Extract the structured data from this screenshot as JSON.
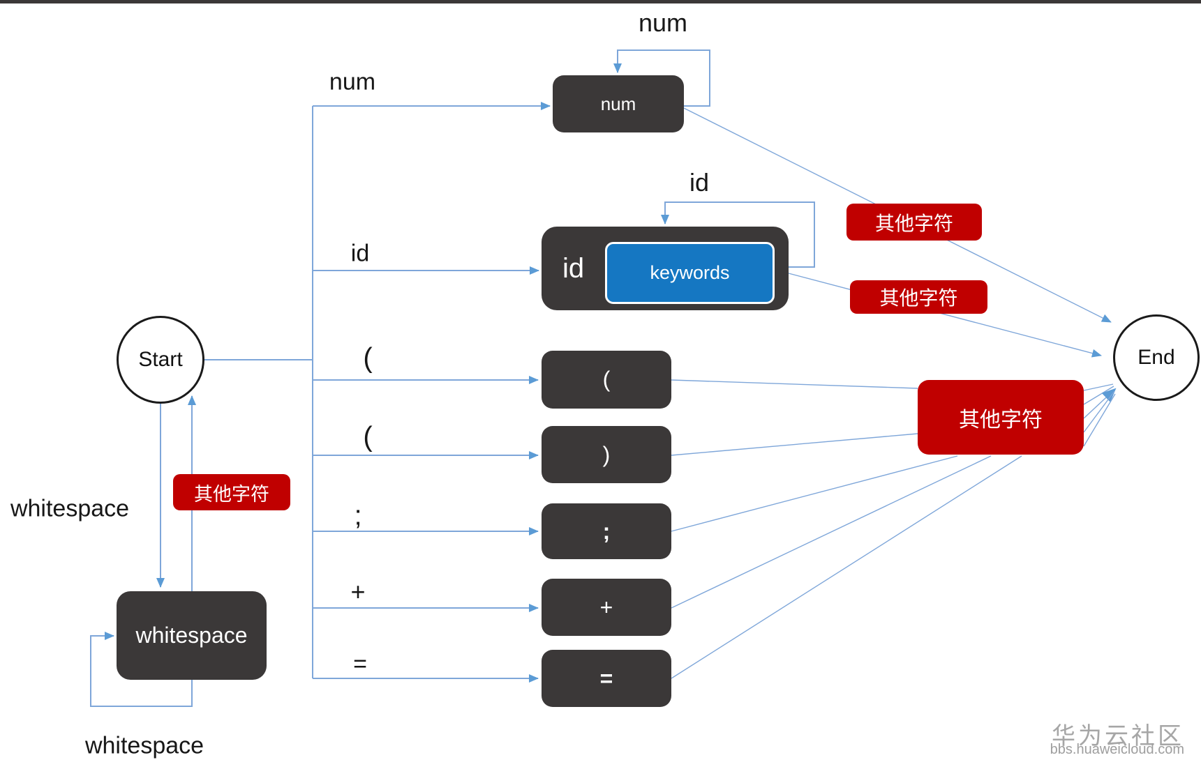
{
  "diagram": {
    "nodes": {
      "start": "Start",
      "end": "End",
      "num": "num",
      "id": "id",
      "keywords": "keywords",
      "open_paren": "(",
      "close_paren": ")",
      "semicolon": ";",
      "plus": "+",
      "equals": "=",
      "whitespace": "whitespace",
      "other_chars_top": "其他字符",
      "other_chars_mid": "其他字符",
      "other_chars_start": "其他字符",
      "other_chars_big": "其他字符"
    },
    "edge_labels": {
      "num_loop": "num",
      "num_branch": "num",
      "id_loop": "id",
      "id_branch": "id",
      "open_branch": "(",
      "close_branch": "(",
      "semicolon_branch": ";",
      "plus_branch": "+",
      "equals_branch": "=",
      "whitespace_branch": "whitespace",
      "whitespace_loop": "whitespace"
    },
    "colors": {
      "connector_blue": "#5B9BD5",
      "node_dark": "#3B3838",
      "node_red": "#C00000",
      "keywords_blue": "#1577C2",
      "circle_border": "#1A1A1A",
      "watermark_gray": "#A6A6A6"
    },
    "watermark": {
      "site_name": "华为云社区",
      "site_url": "bbs.huaweicloud.com"
    }
  }
}
